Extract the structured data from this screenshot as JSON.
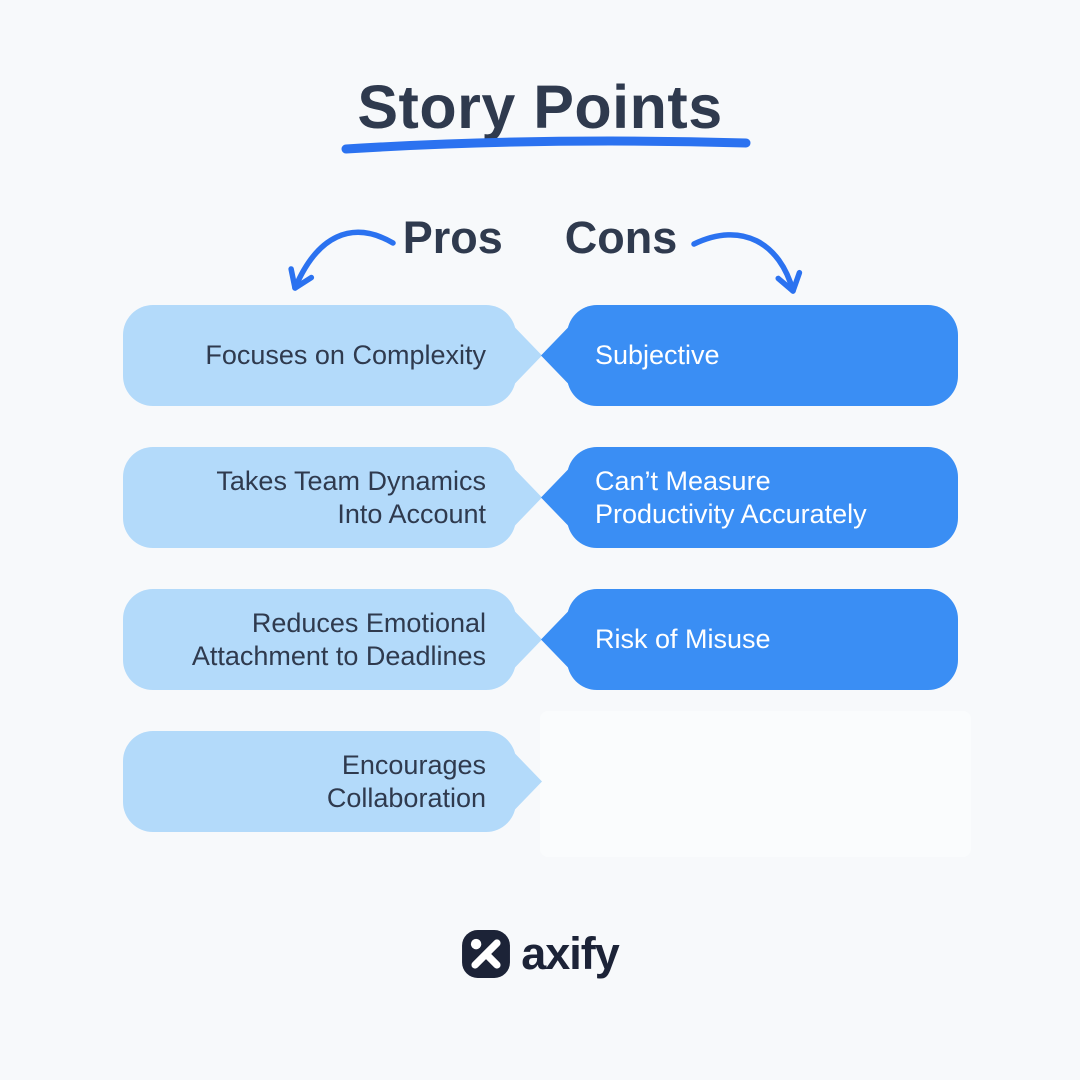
{
  "title": "Story Points",
  "columns": {
    "pros_label": "Pros",
    "cons_label": "Cons"
  },
  "rows": [
    {
      "pro": "Focuses on Complexity",
      "con": "Subjective"
    },
    {
      "pro": "Takes Team Dynamics\nInto Account",
      "con": "Can’t Measure\nProductivity Accurately"
    },
    {
      "pro": "Reduces Emotional\nAttachment to Deadlines",
      "con": "Risk of Misuse"
    },
    {
      "pro": "Encourages\nCollaboration",
      "con": ""
    }
  ],
  "logo": {
    "brand": "axify",
    "icon": "axify-x-icon"
  },
  "colors": {
    "background": "#F7F9FB",
    "pro_bubble": "#B3DAFA",
    "con_bubble": "#3A8EF4",
    "heading_text": "#2F3A4E",
    "accent_blue": "#2B72F0",
    "logo_navy": "#1C2337",
    "white": "#FFFFFF",
    "empty_slot": "#FAFCFD"
  }
}
